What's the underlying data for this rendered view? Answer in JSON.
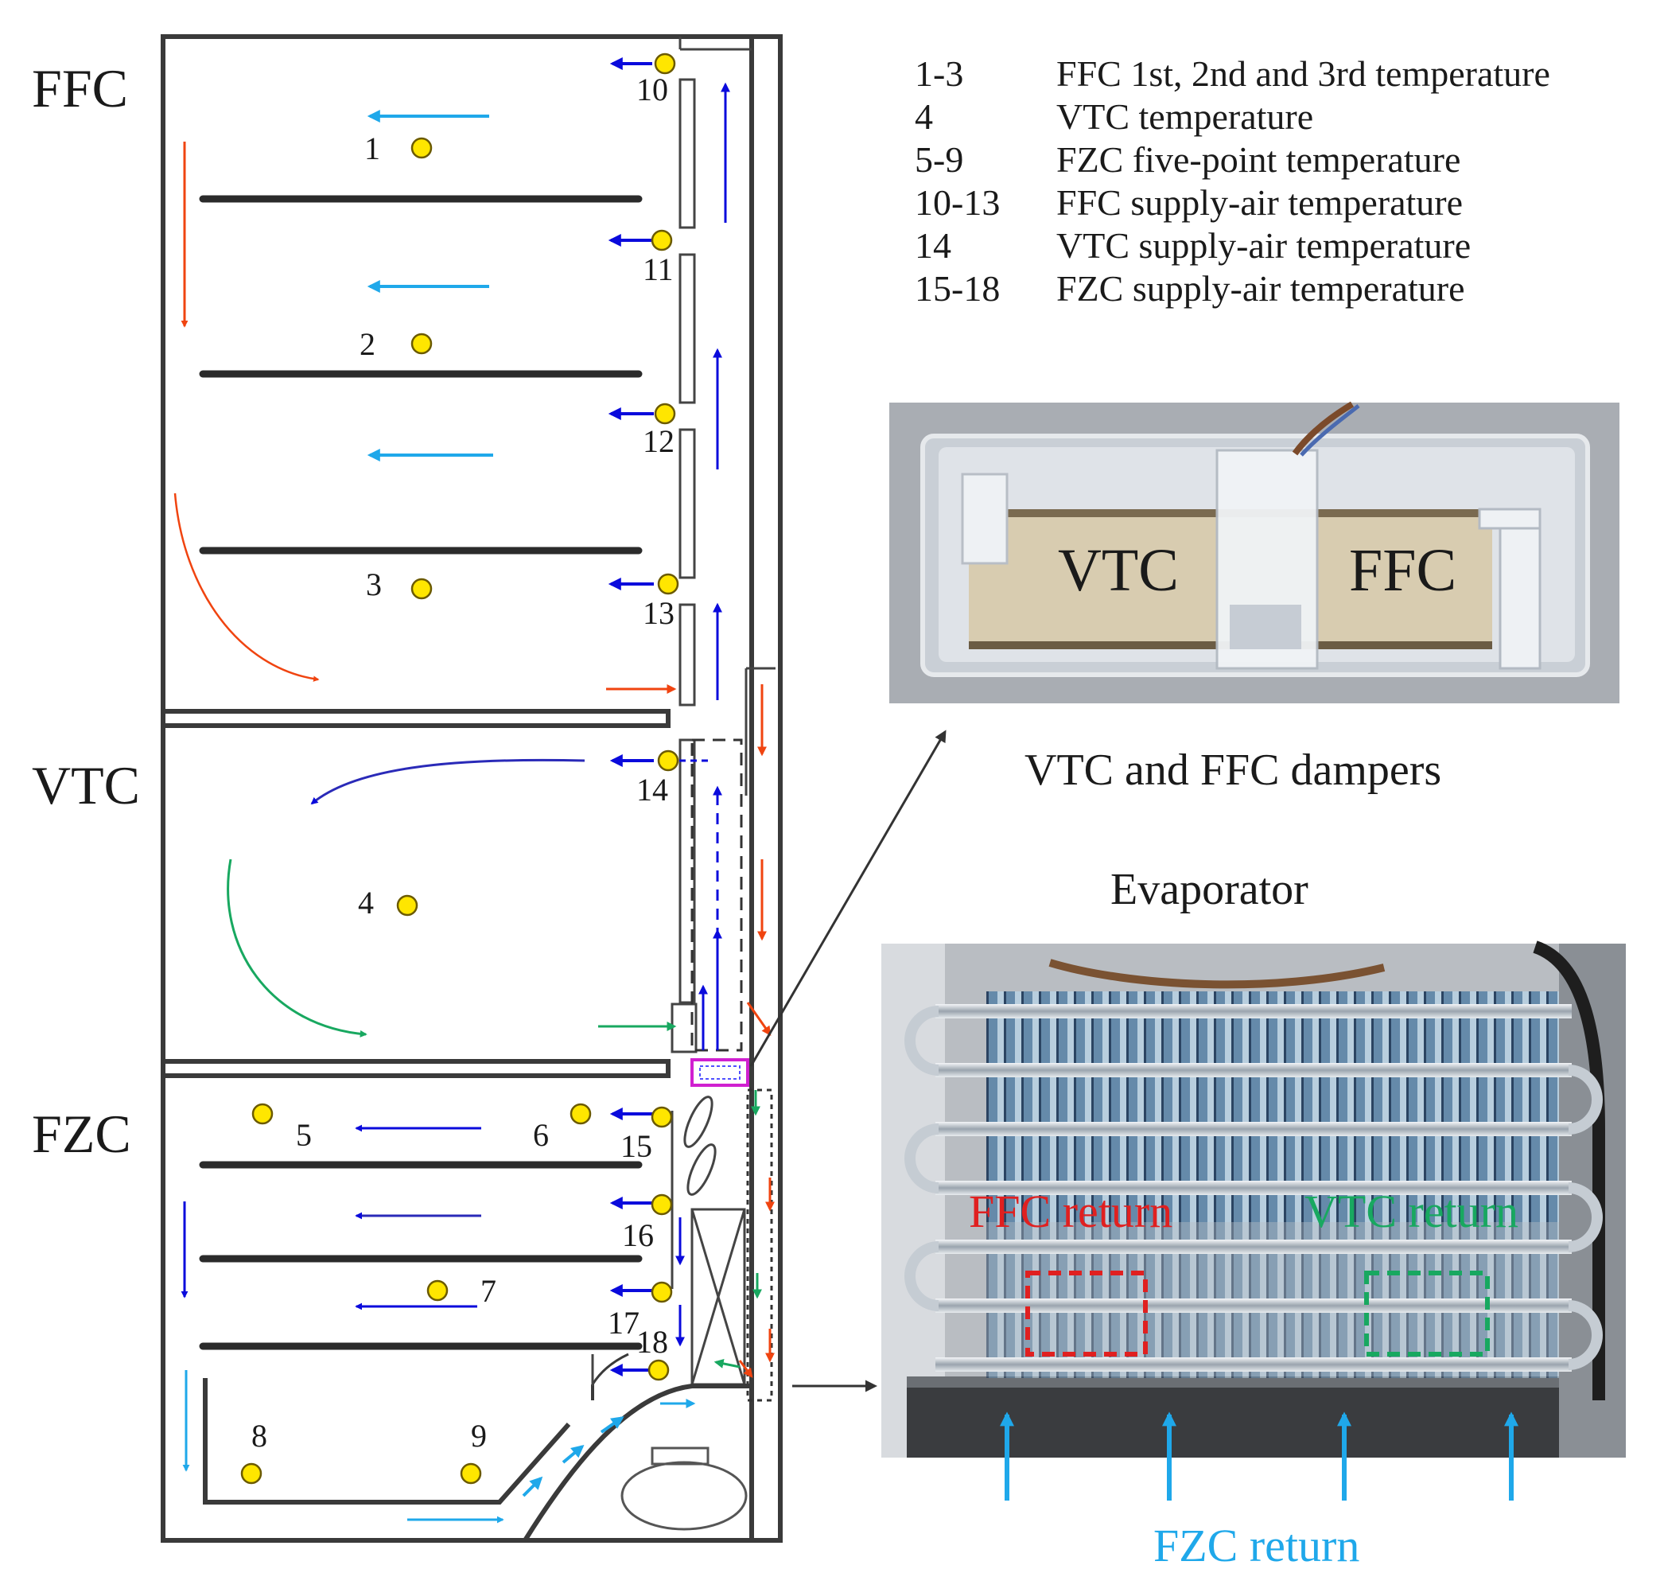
{
  "zones": {
    "ffc": "FFC",
    "vtc": "VTC",
    "fzc": "FZC"
  },
  "sensors": [
    "1",
    "2",
    "3",
    "4",
    "5",
    "6",
    "7",
    "8",
    "9",
    "10",
    "11",
    "12",
    "13",
    "14",
    "15",
    "16",
    "17",
    "18"
  ],
  "legend": [
    {
      "key": "1-3",
      "desc": "FFC 1st, 2nd and 3rd temperature"
    },
    {
      "key": "4",
      "desc": "VTC temperature"
    },
    {
      "key": "5-9",
      "desc": "FZC five-point temperature"
    },
    {
      "key": "10-13",
      "desc": "FFC supply-air temperature"
    },
    {
      "key": "14",
      "desc": "VTC supply-air temperature"
    },
    {
      "key": "15-18",
      "desc": "FZC supply-air temperature"
    }
  ],
  "photo_dampers": {
    "label_vtc": "VTC",
    "label_ffc": "FFC",
    "caption": "VTC and FFC dampers"
  },
  "photo_evaporator": {
    "title": "Evaporator",
    "ffc_return": "FFC return",
    "vtc_return": "VTC return",
    "fzc_return": "FZC return"
  },
  "colors": {
    "cold_air": "#0a0adc",
    "light_cold": "#1fa8ea",
    "ffc_return": "#f04410",
    "vtc_return": "#18a860",
    "sensor": "#ffe600"
  }
}
